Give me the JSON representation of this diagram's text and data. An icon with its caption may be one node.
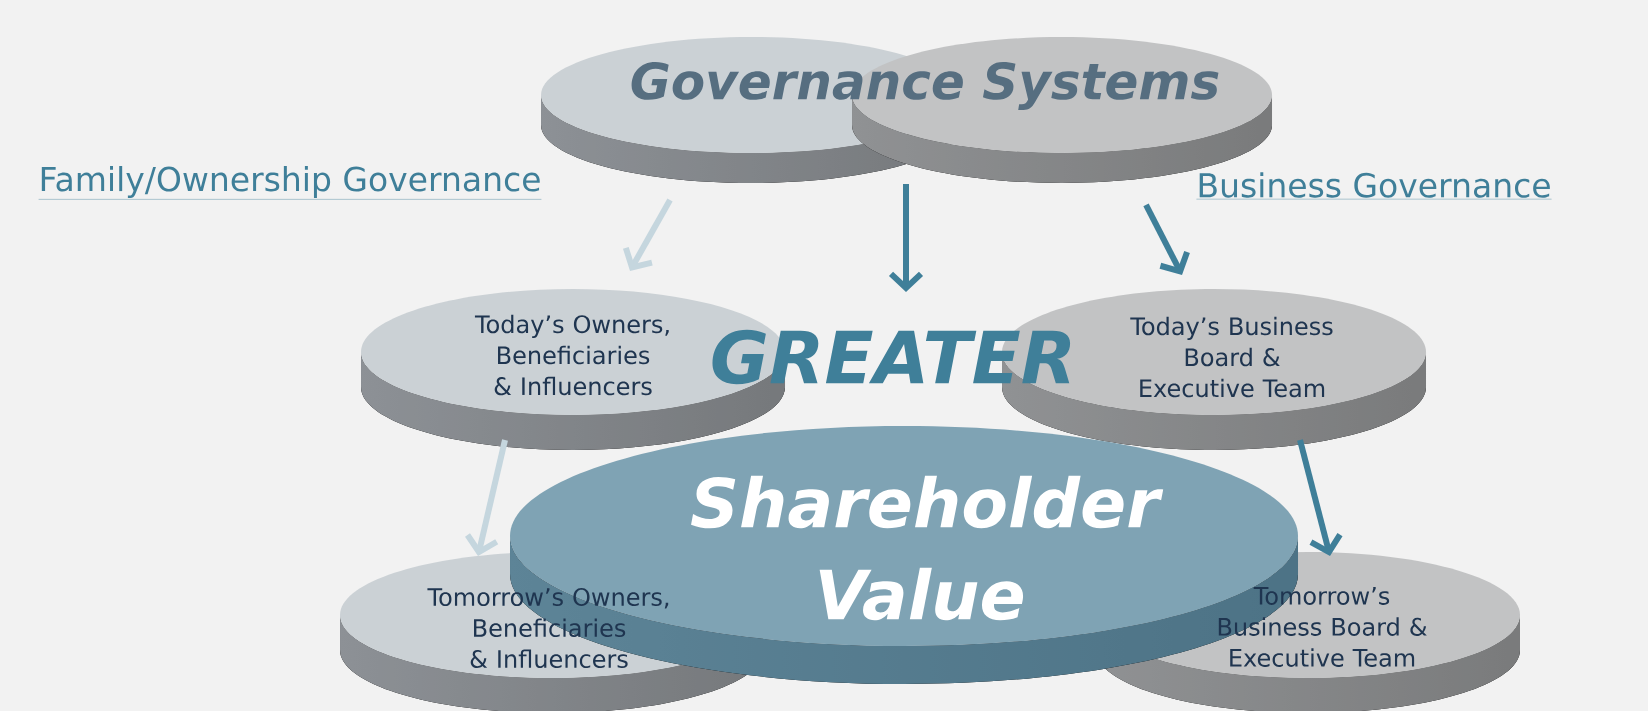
{
  "diagram": {
    "nodes": [
      {
        "text": [
          "Governance Systems"
        ]
      },
      {
        "text": [
          "Today’s Owners, Beneficiaries & Influencers"
        ]
      },
      {
        "text": [
          "Today’s Business Board & Executive Team"
        ]
      },
      {
        "text": [
          "GREATER",
          "Shareholder Value"
        ]
      },
      {
        "text": [
          "Tomorrow’s Owners, Beneficiaries & Influencers"
        ]
      },
      {
        "text": [
          "Tomorrow’s Business Board & Executive Team"
        ]
      }
    ],
    "edges": [
      {
        "from": 0,
        "to": 1,
        "arrow": "to",
        "color": "#c5d6de"
      },
      {
        "from": 0,
        "to": 3,
        "arrow": "to"
      },
      {
        "from": 0,
        "to": 2,
        "arrow": "to"
      },
      {
        "from": 1,
        "to": 4,
        "arrow": "to",
        "color": "#c5d6de"
      },
      {
        "from": 2,
        "to": 5,
        "arrow": "to"
      }
    ],
    "labels": [
      "Family/Ownership Governance",
      "Business Governance"
    ]
  }
}
